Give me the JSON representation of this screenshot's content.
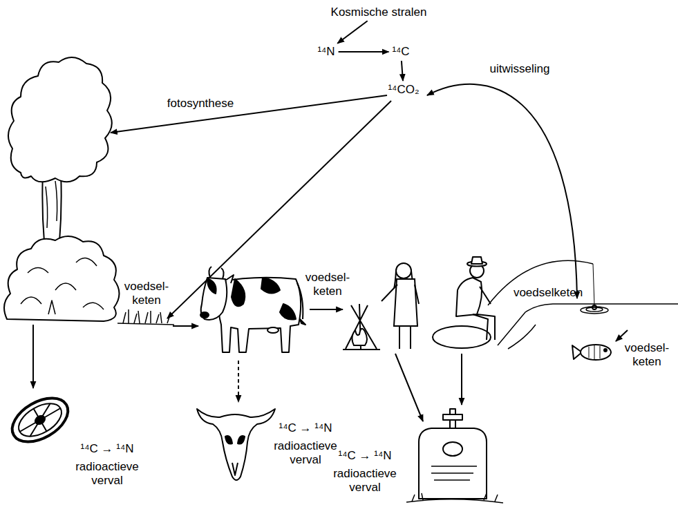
{
  "diagram": {
    "nodes": [
      {
        "text": [
          "Kosmische stralen"
        ]
      },
      {
        "text": [
          "¹⁴N"
        ]
      },
      {
        "text": [
          "¹⁴C"
        ]
      },
      {
        "text": [
          "¹⁴CO₂"
        ]
      }
    ],
    "edges": [
      {
        "from": 0,
        "to": 1,
        "arrow": "to"
      },
      {
        "from": 1,
        "to": 2,
        "arrow": "to"
      },
      {
        "from": 2,
        "to": 3,
        "arrow": "to"
      }
    ],
    "labels": [
      "fotosynthese",
      "uitwisseling",
      "voedsel- keten",
      "voedsel- keten",
      "voedselketen",
      "voedsel- keten",
      "¹⁴C → ¹⁴N",
      "radioactieve verval",
      "¹⁴C → ¹⁴N",
      "radioactieve verval",
      "¹⁴C → ¹⁴N",
      "radioactieve verval"
    ]
  }
}
